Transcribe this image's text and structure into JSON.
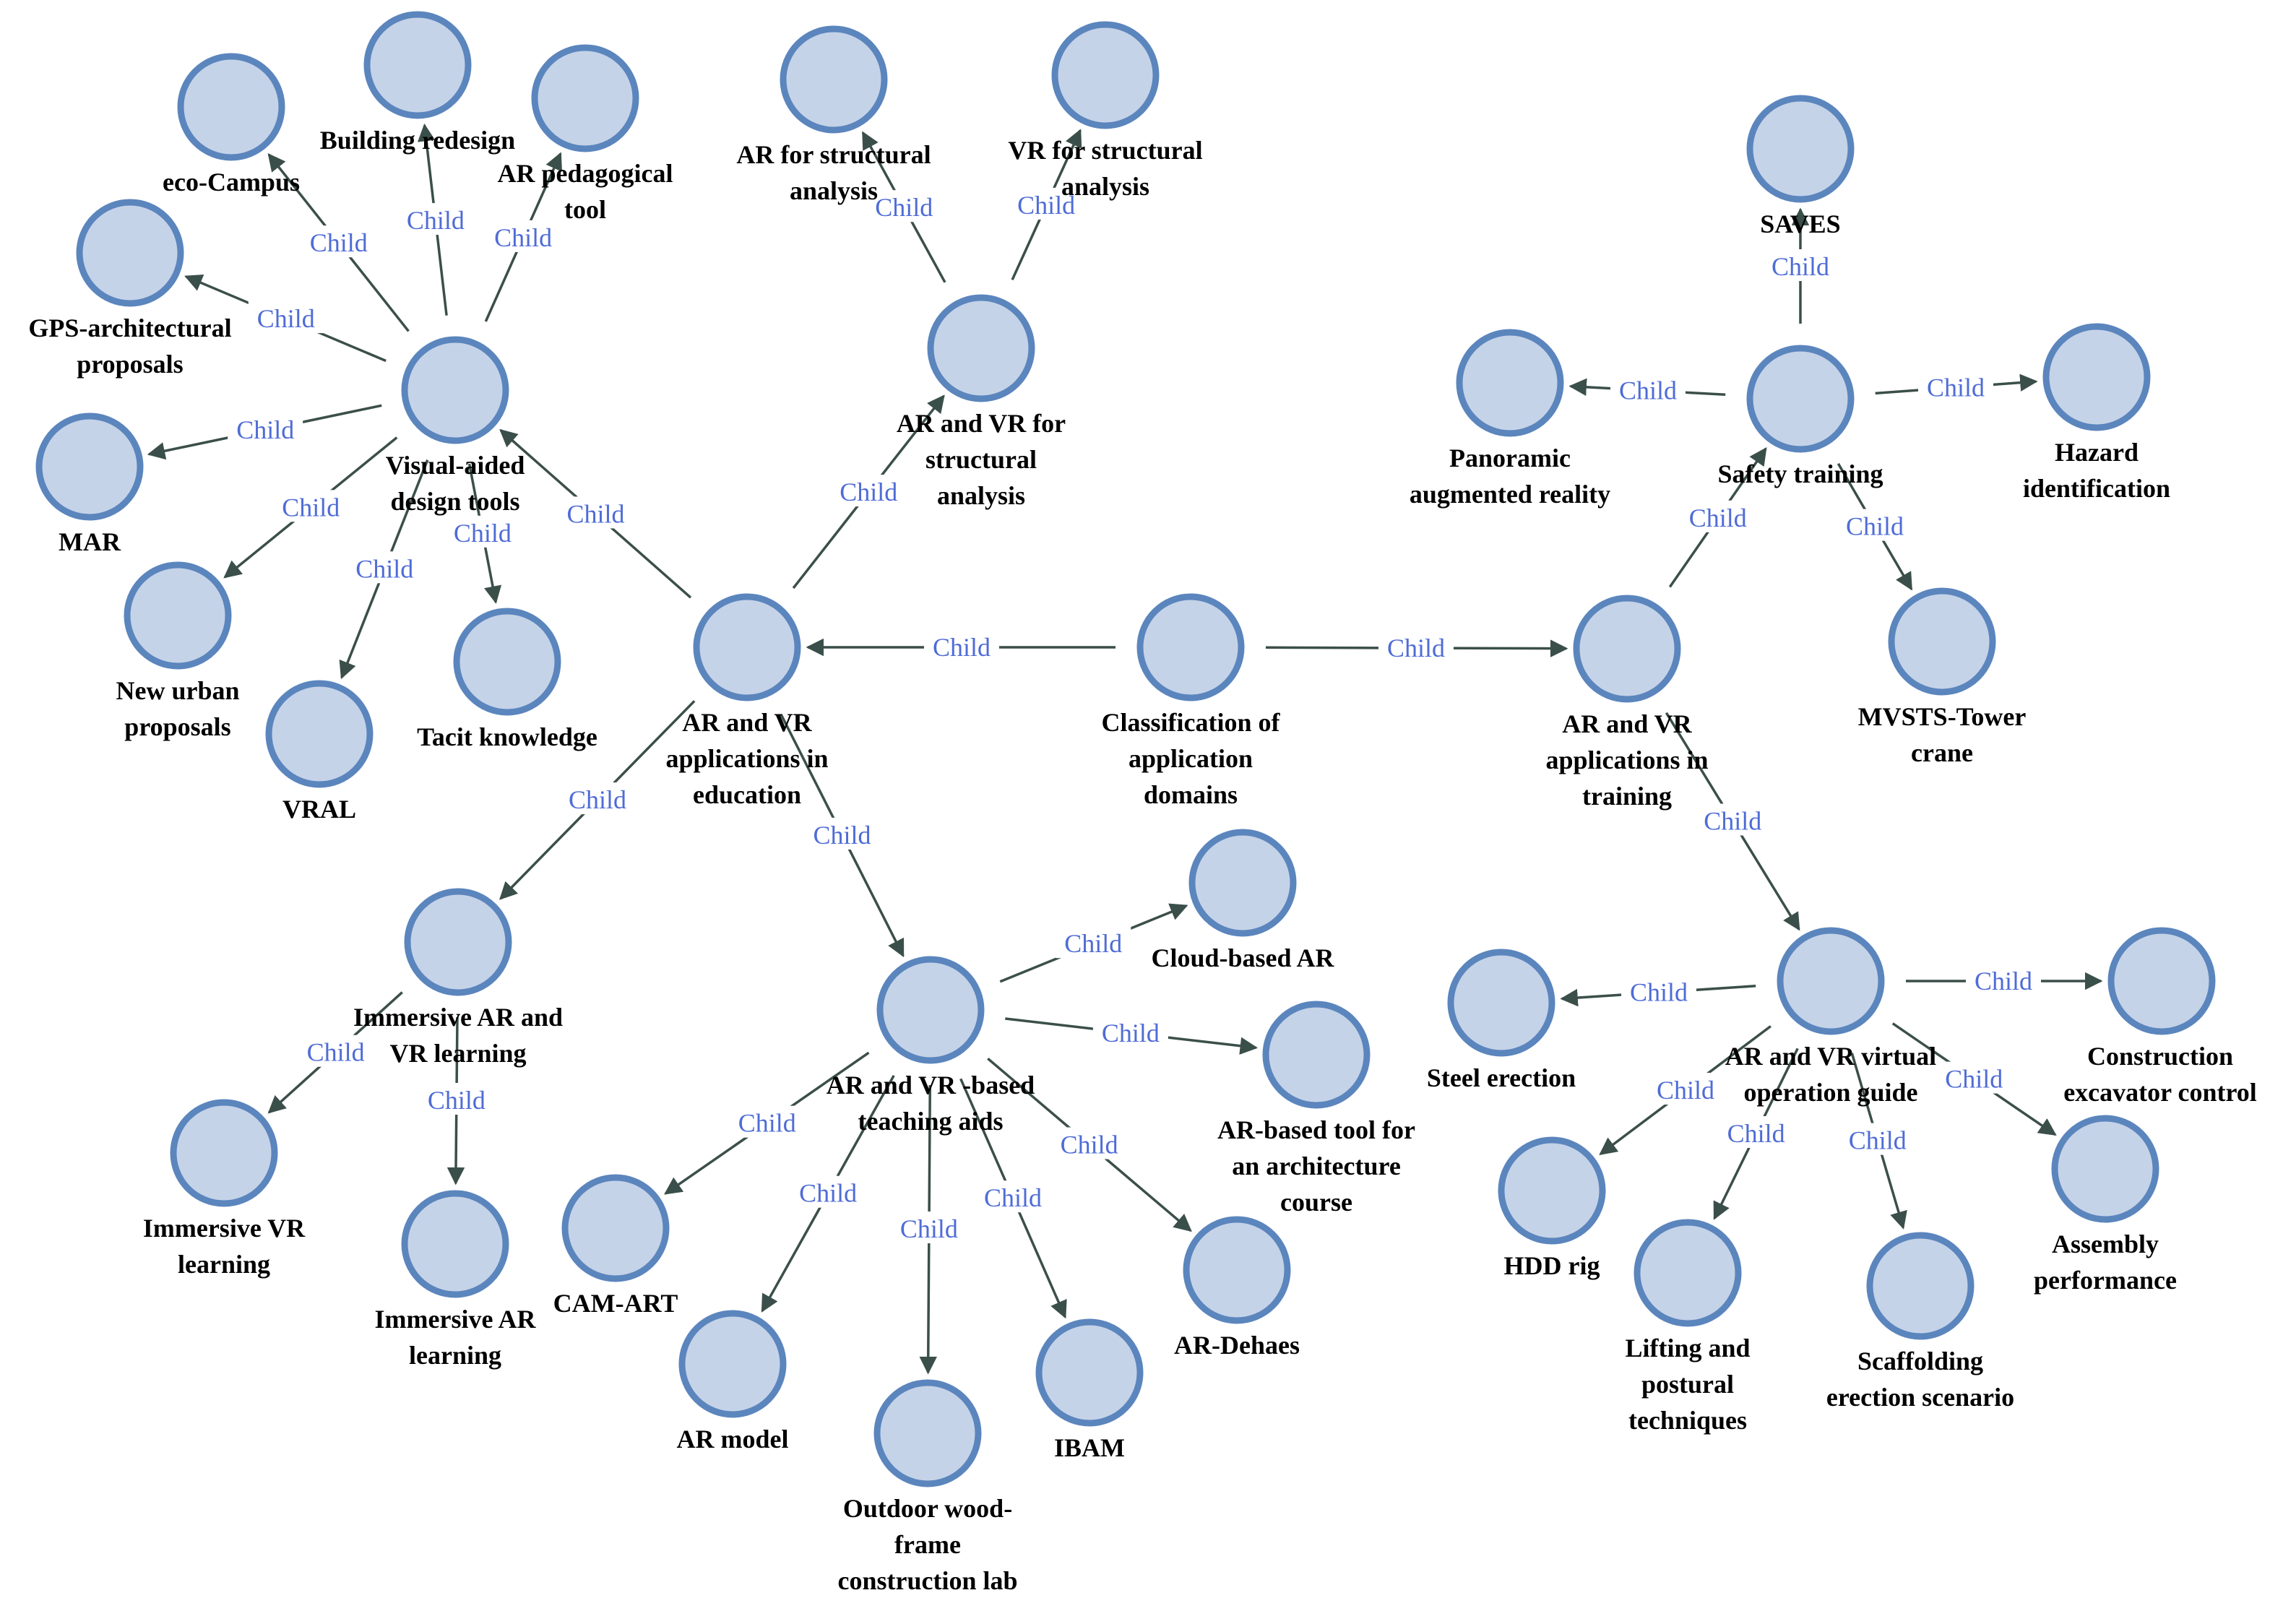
{
  "edge_label": "Child",
  "colors": {
    "node_fill": "#c5d3e8",
    "node_stroke": "#5b85bd",
    "edge": "#3b4f4a",
    "edge_label": "#4f6cd6"
  },
  "nodes": {
    "root": [
      "Classification of",
      "application",
      "domains"
    ],
    "education": [
      "AR and VR",
      "applications in",
      "education"
    ],
    "training": [
      "AR and VR",
      "applications in",
      "training"
    ],
    "visual": [
      "Visual-aided",
      "design tools"
    ],
    "structural": [
      "AR and VR for",
      "structural",
      "analysis"
    ],
    "immersive": [
      "Immersive AR and",
      "VR learning"
    ],
    "teaching": [
      "AR and VR -based",
      "teaching aids"
    ],
    "ecocampus": [
      "eco-Campus"
    ],
    "redesign": [
      "Building redesign"
    ],
    "arpedagogical": [
      "AR pedagogical",
      "tool"
    ],
    "gps": [
      "GPS-architectural",
      "proposals"
    ],
    "mar": [
      "MAR"
    ],
    "newurban": [
      "New urban",
      "proposals"
    ],
    "vral": [
      "VRAL"
    ],
    "tacit": [
      "Tacit knowledge"
    ],
    "arstruct": [
      "AR for structural",
      "analysis"
    ],
    "vrstruct": [
      "VR for structural",
      "analysis"
    ],
    "immvr": [
      "Immersive VR",
      "learning"
    ],
    "immar": [
      "Immersive AR",
      "learning"
    ],
    "cloud": [
      "Cloud-based AR"
    ],
    "arbased": [
      "AR-based tool for",
      "an architecture",
      "course"
    ],
    "camart": [
      "CAM-ART"
    ],
    "armodel": [
      "AR model"
    ],
    "outdoor": [
      "Outdoor wood-",
      "frame",
      "construction lab"
    ],
    "ibam": [
      "IBAM"
    ],
    "ardehaes": [
      "AR-Dehaes"
    ],
    "safety": [
      "Safety training"
    ],
    "virtualguide": [
      "AR and VR virtual",
      "operation guide"
    ],
    "saves": [
      "SAVES"
    ],
    "panoramic": [
      "Panoramic",
      "augmented reality"
    ],
    "hazard": [
      "Hazard",
      "identification"
    ],
    "mvsts": [
      "MVSTS-Tower",
      "crane"
    ],
    "steel": [
      "Steel erection"
    ],
    "excavator": [
      "Construction",
      "excavator control"
    ],
    "hdd": [
      "HDD rig"
    ],
    "lifting": [
      "Lifting and",
      "postural",
      "techniques"
    ],
    "scaffolding": [
      "Scaffolding",
      "erection scenario"
    ],
    "assembly": [
      "Assembly",
      "performance"
    ]
  },
  "edges": [
    [
      "root",
      "education"
    ],
    [
      "root",
      "training"
    ],
    [
      "education",
      "visual"
    ],
    [
      "education",
      "structural"
    ],
    [
      "education",
      "immersive"
    ],
    [
      "education",
      "teaching"
    ],
    [
      "visual",
      "ecocampus"
    ],
    [
      "visual",
      "redesign"
    ],
    [
      "visual",
      "arpedagogical"
    ],
    [
      "visual",
      "gps"
    ],
    [
      "visual",
      "mar"
    ],
    [
      "visual",
      "newurban"
    ],
    [
      "visual",
      "vral"
    ],
    [
      "visual",
      "tacit"
    ],
    [
      "structural",
      "arstruct"
    ],
    [
      "structural",
      "vrstruct"
    ],
    [
      "immersive",
      "immvr"
    ],
    [
      "immersive",
      "immar"
    ],
    [
      "teaching",
      "cloud"
    ],
    [
      "teaching",
      "arbased"
    ],
    [
      "teaching",
      "camart"
    ],
    [
      "teaching",
      "armodel"
    ],
    [
      "teaching",
      "outdoor"
    ],
    [
      "teaching",
      "ibam"
    ],
    [
      "teaching",
      "ardehaes"
    ],
    [
      "training",
      "safety"
    ],
    [
      "training",
      "virtualguide"
    ],
    [
      "safety",
      "saves"
    ],
    [
      "safety",
      "panoramic"
    ],
    [
      "safety",
      "hazard"
    ],
    [
      "safety",
      "mvsts"
    ],
    [
      "virtualguide",
      "steel"
    ],
    [
      "virtualguide",
      "excavator"
    ],
    [
      "virtualguide",
      "hdd"
    ],
    [
      "virtualguide",
      "lifting"
    ],
    [
      "virtualguide",
      "scaffolding"
    ],
    [
      "virtualguide",
      "assembly"
    ]
  ]
}
